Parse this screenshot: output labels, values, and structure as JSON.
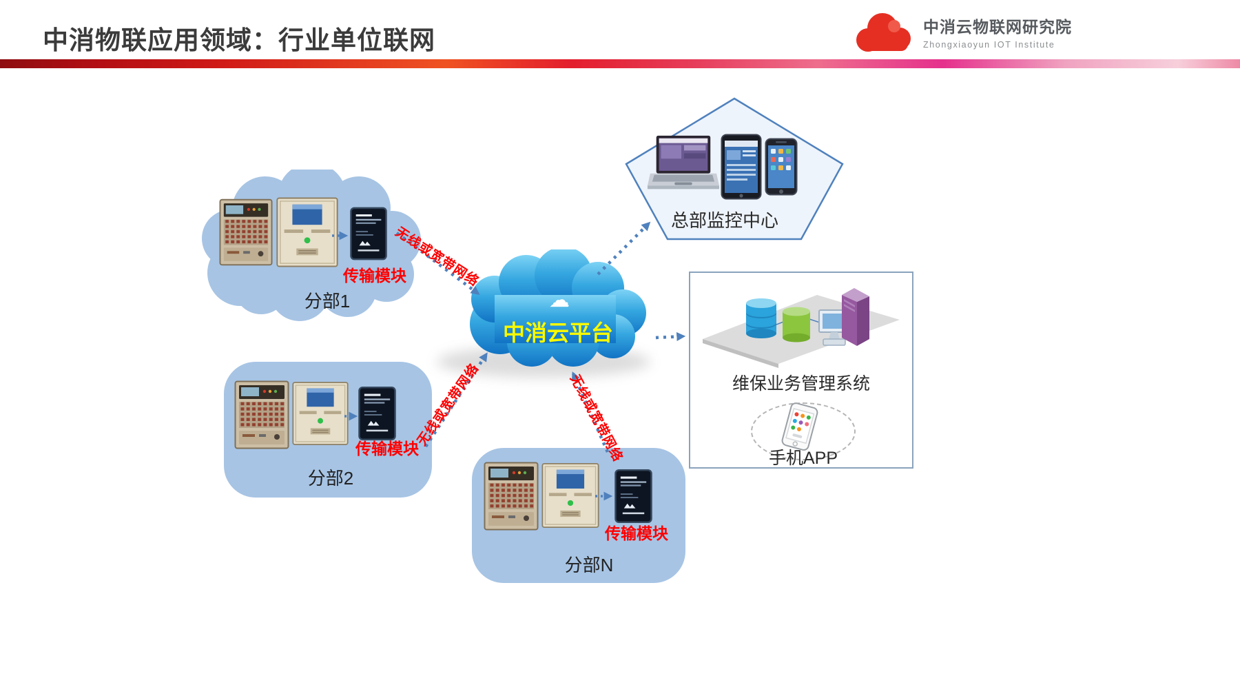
{
  "header": {
    "title": "中消物联应用领域：行业单位联网",
    "logo": {
      "title": "中消云物联网研究院",
      "subtitle": "Zhongxiaoyun IOT Institute"
    }
  },
  "diagram": {
    "cloud_platform": {
      "label": "中消云平台",
      "cloud_icon": "☁"
    },
    "hq_center": {
      "label": "总部监控中心"
    },
    "maintenance_system": {
      "label": "维保业务管理系统"
    },
    "mobile_app": {
      "label": "手机APP"
    },
    "branches": [
      {
        "name": "分部1",
        "module_label": "传输模块",
        "link_label": "无线或宽带网络"
      },
      {
        "name": "分部2",
        "module_label": "传输模块",
        "link_label": "无线或宽带网络"
      },
      {
        "name": "分部N",
        "module_label": "传输模块",
        "link_label": "无线或宽带网络"
      }
    ],
    "colors": {
      "branch_fill": "#a7c4e4",
      "cloud_gradient_top": "#7dd3f5",
      "cloud_gradient_bottom": "#1173c4",
      "platform_label_color": "#f8f800",
      "link_label_color": "#fe0000",
      "arrow_color": "#4f81bd",
      "hq_border": "#4f81bd",
      "logo_red": "#e52f23"
    }
  }
}
